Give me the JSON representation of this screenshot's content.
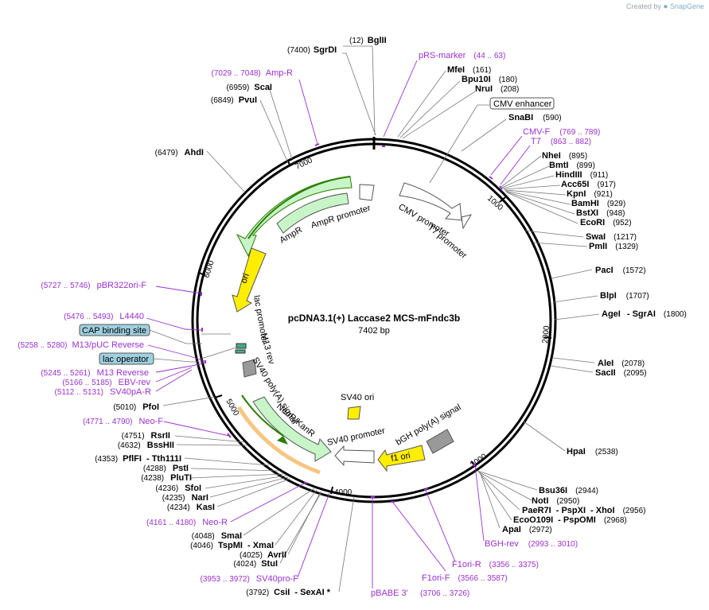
{
  "watermark": {
    "prefix": "Created by",
    "brand": "SnapGene"
  },
  "plasmid": {
    "name": "pcDNA3.1(+) Laccase2 MCS-mFndc3b",
    "length": "7402 bp"
  },
  "ticks": [
    "1000",
    "2000",
    "3000",
    "4000",
    "5000",
    "6000",
    "7000"
  ],
  "colors": {
    "backbone": "#000000",
    "primer": "#9b30d0",
    "ampr": "#c8f5c8",
    "ori": "#ffee00",
    "neor_fill": "#c8f5c8",
    "promoter_fill": "#ffffff",
    "polya": "#999999"
  },
  "enzymes_right": [
    {
      "name": "BglII",
      "pos": "(12)"
    },
    {
      "name": "SgrDI",
      "pos": "(7400)"
    },
    {
      "name": "MfeI",
      "pos": "(161)"
    },
    {
      "name": "Bpu10I",
      "pos": "(180)"
    },
    {
      "name": "NruI",
      "pos": "(208)"
    },
    {
      "name": "SnaBI",
      "pos": "(590)"
    },
    {
      "name": "NheI",
      "pos": "(895)"
    },
    {
      "name": "BmtI",
      "pos": "(899)"
    },
    {
      "name": "HindIII",
      "pos": "(911)"
    },
    {
      "name": "Acc65I",
      "pos": "(917)"
    },
    {
      "name": "KpnI",
      "pos": "(921)"
    },
    {
      "name": "BamHI",
      "pos": "(929)"
    },
    {
      "name": "BstXI",
      "pos": "(948)"
    },
    {
      "name": "EcoRI",
      "pos": "(952)"
    },
    {
      "name": "SwaI",
      "pos": "(1217)"
    },
    {
      "name": "PmlI",
      "pos": "(1329)"
    },
    {
      "name": "PacI",
      "pos": "(1572)"
    },
    {
      "name": "BlpI",
      "pos": "(1707)"
    },
    {
      "name": "AgeI",
      "name2": "SgrAI",
      "pos": "(1800)"
    },
    {
      "name": "AleI",
      "pos": "(2078)"
    },
    {
      "name": "SacII",
      "pos": "(2095)"
    },
    {
      "name": "HpaI",
      "pos": "(2538)"
    },
    {
      "name": "Bsu36I",
      "pos": "(2944)"
    },
    {
      "name": "NotI",
      "pos": "(2950)"
    },
    {
      "name": "PaeR7I",
      "name2": "PspXI",
      "name3": "XhoI",
      "pos": "(2956)"
    },
    {
      "name": "EcoO109I",
      "name2": "PspOMI",
      "pos": "(2968)"
    },
    {
      "name": "ApaI",
      "pos": "(2972)"
    }
  ],
  "enzymes_left": [
    {
      "name": "ScaI",
      "pos": "(6959)"
    },
    {
      "name": "PvuI",
      "pos": "(6849)"
    },
    {
      "name": "AhdI",
      "pos": "(6479)"
    },
    {
      "name": "PfoI",
      "pos": "(5010)"
    },
    {
      "name": "RsrII",
      "pos": "(4751)"
    },
    {
      "name": "BssHII",
      "pos": "(4632)"
    },
    {
      "name": "PflFI",
      "name2": "Tth111I",
      "pos": "(4353)"
    },
    {
      "name": "PstI",
      "pos": "(4288)"
    },
    {
      "name": "PluTI",
      "pos": "(4238)"
    },
    {
      "name": "SfoI",
      "pos": "(4236)"
    },
    {
      "name": "NarI",
      "pos": "(4235)"
    },
    {
      "name": "KasI",
      "pos": "(4234)"
    },
    {
      "name": "SmaI",
      "pos": "(4048)"
    },
    {
      "name": "TspMI",
      "name2": "XmaI",
      "pos": "(4046)"
    },
    {
      "name": "AvrII",
      "pos": "(4025)"
    },
    {
      "name": "StuI",
      "pos": "(4024)"
    },
    {
      "name": "CsiI",
      "name2": "SexAI *",
      "pos": "(3792)"
    }
  ],
  "primers": [
    {
      "name": "pRS-marker",
      "pos": "(44 .. 63)"
    },
    {
      "name": "Amp-R",
      "pos": "(7029 .. 7048)"
    },
    {
      "name": "CMV-F",
      "pos": "(769 .. 789)"
    },
    {
      "name": "T7",
      "pos": "(863 .. 882)"
    },
    {
      "name": "pBR322ori-F",
      "pos": "(5727 .. 5746)"
    },
    {
      "name": "L4440",
      "pos": "(5476 .. 5493)"
    },
    {
      "name": "M13/pUC Reverse",
      "pos": "(5258 .. 5280)"
    },
    {
      "name": "M13 Reverse",
      "pos": "(5245 .. 5261)"
    },
    {
      "name": "EBV-rev",
      "pos": "(5166 .. 5185)"
    },
    {
      "name": "SV40pA-R",
      "pos": "(5112 .. 5131)"
    },
    {
      "name": "Neo-F",
      "pos": "(4771 .. 4790)"
    },
    {
      "name": "Neo-R",
      "pos": "(4161 .. 4180)"
    },
    {
      "name": "SV40pro-F",
      "pos": "(3953 .. 3972)"
    },
    {
      "name": "pBABE 3'",
      "pos": "(3706 .. 3726)"
    },
    {
      "name": "F1ori-F",
      "pos": "(3566 .. 3587)"
    },
    {
      "name": "F1ori-R",
      "pos": "(3356 .. 3375)"
    },
    {
      "name": "BGH-rev",
      "pos": "(2993 .. 3010)"
    }
  ],
  "boxed_features": [
    "CMV enhancer",
    "CAP binding site",
    "lac operator"
  ],
  "features": {
    "cmv_promoter": "CMV promoter",
    "t7_promoter": "T7 promoter",
    "ampr": "AmpR",
    "ampr_promoter": "AmpR promoter",
    "ori": "ori",
    "lac_promoter": "lac promoter",
    "m13_rev": "M13 rev",
    "sv40_polya": "SV40 poly(A) signal",
    "sv40_ori": "SV40 ori",
    "neor": "NeoR/KanR",
    "sv40_promoter": "SV40 promoter",
    "f1_ori": "f1 ori",
    "bgh_polya": "bGH poly(A) signal"
  }
}
